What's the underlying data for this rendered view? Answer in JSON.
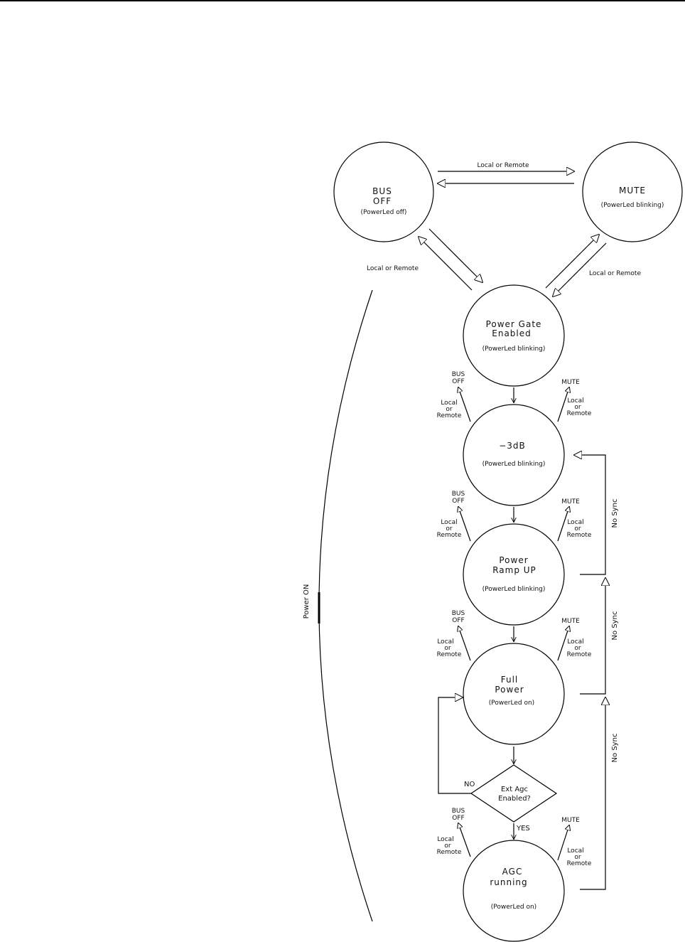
{
  "states": {
    "bus_off": {
      "l1": "BUS",
      "l2": "OFF",
      "sub": "(PowerLed off)"
    },
    "mute": {
      "l1": "MUTE",
      "sub": "(PowerLed blinking)"
    },
    "power_gate": {
      "l1": "Power Gate",
      "l2": "Enabled",
      "sub": "(PowerLed blinking)"
    },
    "minus3db": {
      "l1": "−3dB",
      "sub": "(PowerLed blinking)"
    },
    "ramp_up": {
      "l1": "Power",
      "l2": "Ramp UP",
      "sub": "(PowerLed blinking)"
    },
    "full_power": {
      "l1": "Full",
      "l2": "Power",
      "sub": "(PowerLed on)"
    },
    "agc": {
      "l1": "AGC",
      "l2": "running",
      "sub": "(PowerLed on)"
    }
  },
  "decision": {
    "l1": "Ext Agc",
    "l2": "Enabled?",
    "no": "NO",
    "yes": "YES"
  },
  "transition": {
    "local_or_remote": "Local or Remote",
    "w1": "Local",
    "w2": "or",
    "w3": "Remote"
  },
  "targets": {
    "bus": "BUS",
    "off": "OFF",
    "mute": "MUTE"
  },
  "no_sync": "No Sync",
  "power_on": "Power ON"
}
